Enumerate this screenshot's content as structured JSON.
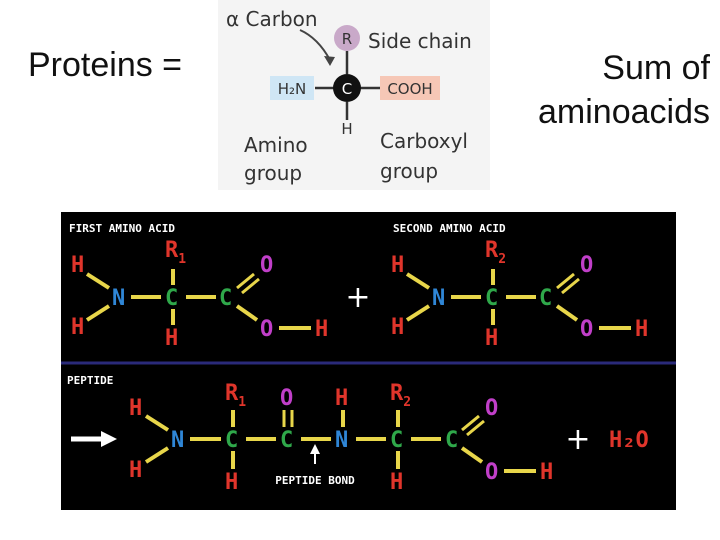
{
  "slide": {
    "left_text": "Proteins =",
    "right_text_line1": "Sum of",
    "right_text_line2": "aminoacids"
  },
  "amino_acid": {
    "alpha_carbon": "α Carbon",
    "side_chain": "Side chain",
    "r": "R",
    "c": "C",
    "h": "H",
    "amino": "H₂N",
    "carboxyl": "COOH",
    "amino_group_line1": "Amino",
    "amino_group_line2": "group",
    "carboxyl_group_line1": "Carboxyl",
    "carboxyl_group_line2": "group"
  },
  "reaction": {
    "first_label": "FIRST AMINO ACID",
    "second_label": "SECOND AMINO ACID",
    "peptide_label": "PEPTIDE",
    "peptide_bond_label": "PEPTIDE BOND",
    "plus": "+",
    "water": "H₂O",
    "atoms": {
      "h": "H",
      "n": "N",
      "c": "C",
      "o": "O",
      "r1": "R",
      "r1_sub": "1",
      "r2": "R",
      "r2_sub": "2"
    }
  },
  "colors": {
    "h": "#e0352b",
    "n": "#2f86d6",
    "c": "#2fa84a",
    "r": "#e0352b",
    "o": "#c13fc9",
    "bond": "#e8d64a",
    "divider": "#2a2a7a",
    "side_chain_bg": "#c9a9c9",
    "amino_bg": "#cfe6f5",
    "carboxyl_bg": "#f6c7b6"
  }
}
